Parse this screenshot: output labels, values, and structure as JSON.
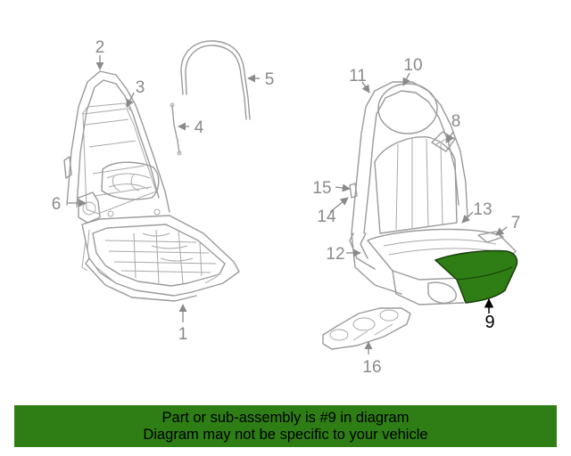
{
  "callouts": {
    "c1": "1",
    "c2": "2",
    "c3": "3",
    "c4": "4",
    "c5": "5",
    "c6": "6",
    "c7": "7",
    "c8": "8",
    "c9": "9",
    "c10": "10",
    "c11": "11",
    "c12": "12",
    "c13": "13",
    "c14": "14",
    "c15": "15",
    "c16": "16"
  },
  "highlight": {
    "part": "9",
    "color": "#2f7d15"
  },
  "banner": {
    "line1": "Part or sub-assembly is #9 in diagram",
    "line2": "Diagram may not be specific to your vehicle",
    "color": "#2f7d15"
  }
}
